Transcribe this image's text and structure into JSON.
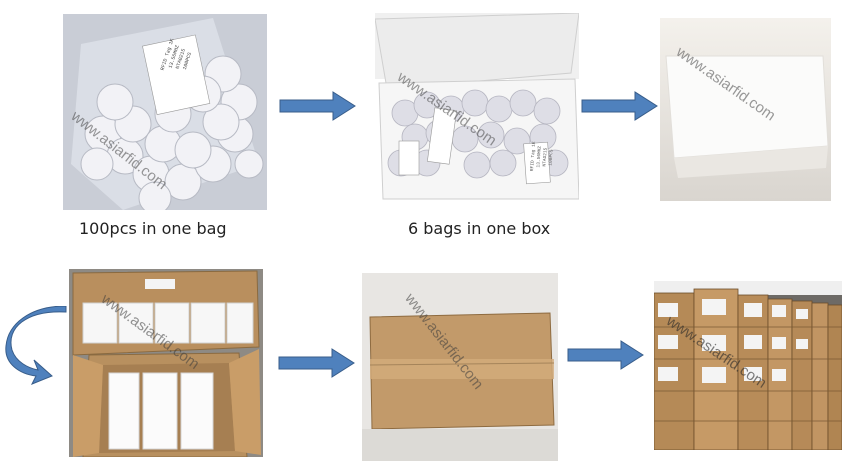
{
  "captions": {
    "step1": "100pcs in one bag",
    "step2": "6 bags in one box"
  },
  "watermark": "www.asiarfid.com",
  "bag_label": [
    "RFID Tag 1K",
    "13.56MHZ",
    "NTAG215",
    "100PCS"
  ],
  "box_label": [
    "RFID Tag 1K",
    "13.56MHZ",
    "NTAG215",
    "100PCS"
  ],
  "colors": {
    "arrow_fill": "#4f81bd",
    "arrow_stroke": "#385d8a",
    "cardboard": "#b98f5e",
    "tag_white": "#e9e9ee"
  },
  "icons": [
    "right-arrow-icon",
    "curved-arrow-icon"
  ]
}
